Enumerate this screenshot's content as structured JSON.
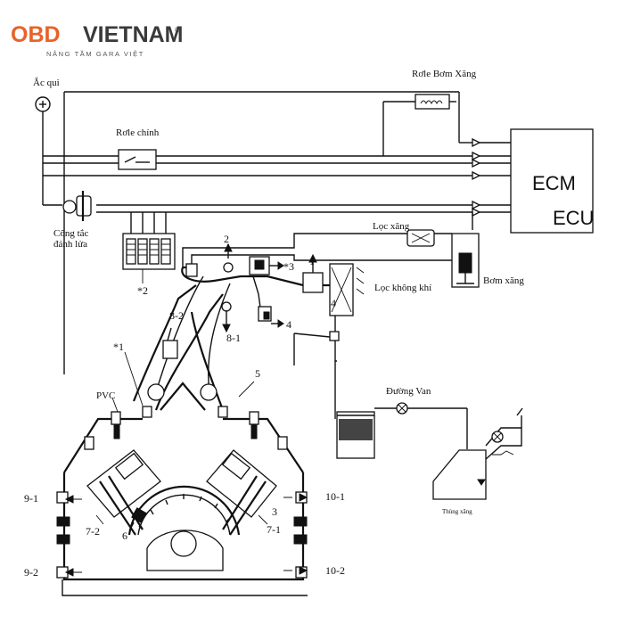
{
  "logo": {
    "part1": "OBD",
    "part2": "VIETNAM",
    "registered": "®",
    "tagline": "NÂNG TẦM GARA VIỆT",
    "color_orange": "#e8622a",
    "color_dark": "#3a3a3a"
  },
  "labels": {
    "battery": "Ắc qui",
    "fuel_pump_relay": "Rơle Bơm Xăng",
    "main_relay": "Rơle chính",
    "ecm": "ECM",
    "ecu": "ECU",
    "ignition_switch": "Công tắc đánh lửa",
    "fuel_filter": "Lọc xăng",
    "fuel_pump": "Bơm xăng",
    "air_filter": "Lọc không khí",
    "pvc": "PVC",
    "vapor_line": "Đường Van",
    "fuel_tank": "Thùng xăng",
    "n_1": "1",
    "n_2": "2",
    "n_3": "*3",
    "n_4": "4",
    "n_star1": "*1",
    "n_star2": "*2",
    "n_4b": "4",
    "n_5": "5",
    "n_6": "6",
    "n_3b": "3",
    "n_7_1": "7-1",
    "n_7_2": "7-2",
    "n_8_1": "8-1",
    "n_8_2": "8-2",
    "n_9_1": "9-1",
    "n_9_2": "9-2",
    "n_10_1": "10-1",
    "n_10_2": "10-2"
  }
}
